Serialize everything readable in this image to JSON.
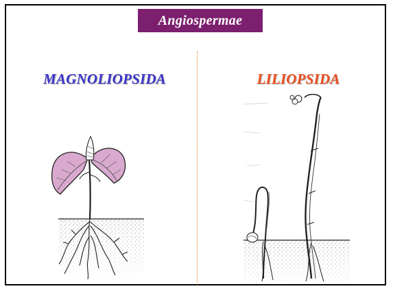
{
  "slide": {
    "banner_title": "Angiospermae",
    "left_label": "MAGNOLIOPSIDA",
    "right_label": "LILIOPSIDA"
  },
  "colors": {
    "banner_bg": "#7b1f6e",
    "left_label": "#3a35c8",
    "right_label": "#ee4e1f",
    "divider": "#d9822b",
    "leaf_fill": "#d9a9cf"
  },
  "illustrations": {
    "left": "dicot-seedling-drawing",
    "right": "monocot-seedling-drawing"
  }
}
